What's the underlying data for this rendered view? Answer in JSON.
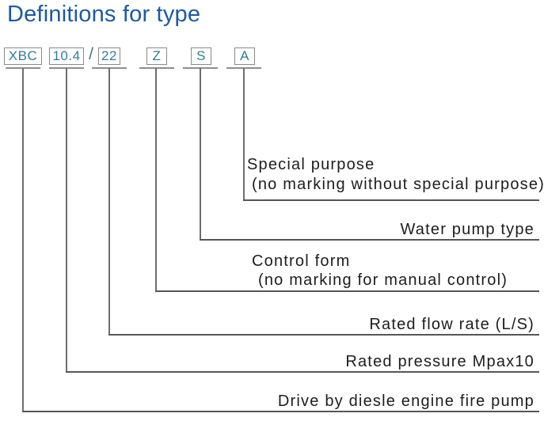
{
  "title": "Definitions for type",
  "type_code": {
    "separator": "/",
    "segments": [
      {
        "value": "XBC",
        "meaning_lines": [
          "Drive by diesle engine fire pump"
        ]
      },
      {
        "value": "10.4",
        "meaning_lines": [
          "Rated pressure Mpax10"
        ]
      },
      {
        "value": "22",
        "meaning_lines": [
          "Rated flow rate (L/S)"
        ]
      },
      {
        "value": "Z",
        "meaning_lines": [
          "Control form",
          "(no marking for manual control)"
        ]
      },
      {
        "value": "S",
        "meaning_lines": [
          "Water pump type"
        ]
      },
      {
        "value": "A",
        "meaning_lines": [
          "Special purpose",
          "(no marking without special purpose)"
        ]
      }
    ]
  },
  "colors": {
    "title_blue": "#1b5aa5",
    "code_teal": "#2e7f96",
    "connector_gray": "#6e6e6e",
    "rule_gray": "#565656",
    "label_dark": "#1d1d1d"
  }
}
